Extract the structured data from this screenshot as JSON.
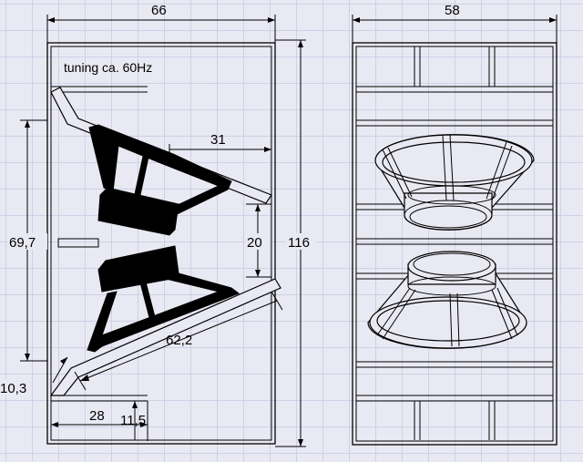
{
  "side_view": {
    "dimensions": {
      "width": "66",
      "height": "116",
      "baffle_diagonal": "31",
      "port_height": "20",
      "inner_height": "69,7",
      "lower_diagonal": "62,2",
      "corner_offset": "10,3",
      "bottom_depth": "28",
      "bottom_step": "11,5"
    },
    "note": "tuning ca. 60Hz"
  },
  "front_view": {
    "dimensions": {
      "width": "58"
    }
  }
}
